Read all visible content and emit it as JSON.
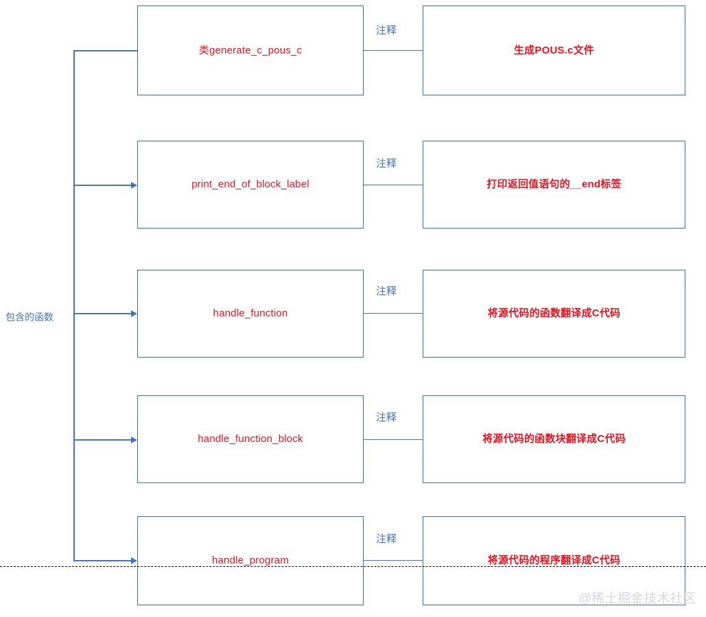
{
  "diagram": {
    "root_label": "包含的函数",
    "connector_label": "注释",
    "watermark": "@稀土掘金技术社区",
    "accent_color": "#4472C4",
    "box_border_color": "#3A6FA8",
    "box_text_color": "#E8121D",
    "label_text_color": "#4472C4",
    "rows": [
      {
        "left": "类generate_c_pous_c",
        "connector": "注释",
        "right": "生成POUS.c文件"
      },
      {
        "left": "print_end_of_block_label",
        "connector": "注释",
        "right": "打印返回值语句的__end标签"
      },
      {
        "left": "handle_function",
        "connector": "注释",
        "right": "将源代码的函数翻译成C代码"
      },
      {
        "left": "handle_function_block",
        "connector": "注释",
        "right": "将源代码的函数块翻译成C代码"
      },
      {
        "left": "handle_program",
        "connector": "注释",
        "right": "将源代码的程序翻译成C代码"
      }
    ]
  }
}
